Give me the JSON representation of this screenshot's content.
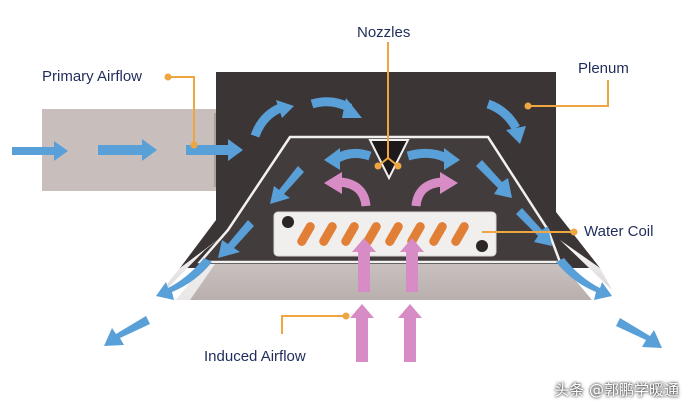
{
  "labels": {
    "nozzles": "Nozzles",
    "plenum": "Plenum",
    "primary_airflow": "Primary Airflow",
    "water_coil": "Water Coil",
    "induced_airflow": "Induced Airflow"
  },
  "watermark": "头条 @郭鹏学暖通",
  "colors": {
    "housing": "#3b3536",
    "inlet_duct": "#c8bfbd",
    "primary_air_arrow": "#5aa0d8",
    "induced_air_arrow": "#d78cc6",
    "coil_tube": "#e07f35",
    "leader_line": "#f0a640",
    "label_text": "#1f2d5c"
  }
}
